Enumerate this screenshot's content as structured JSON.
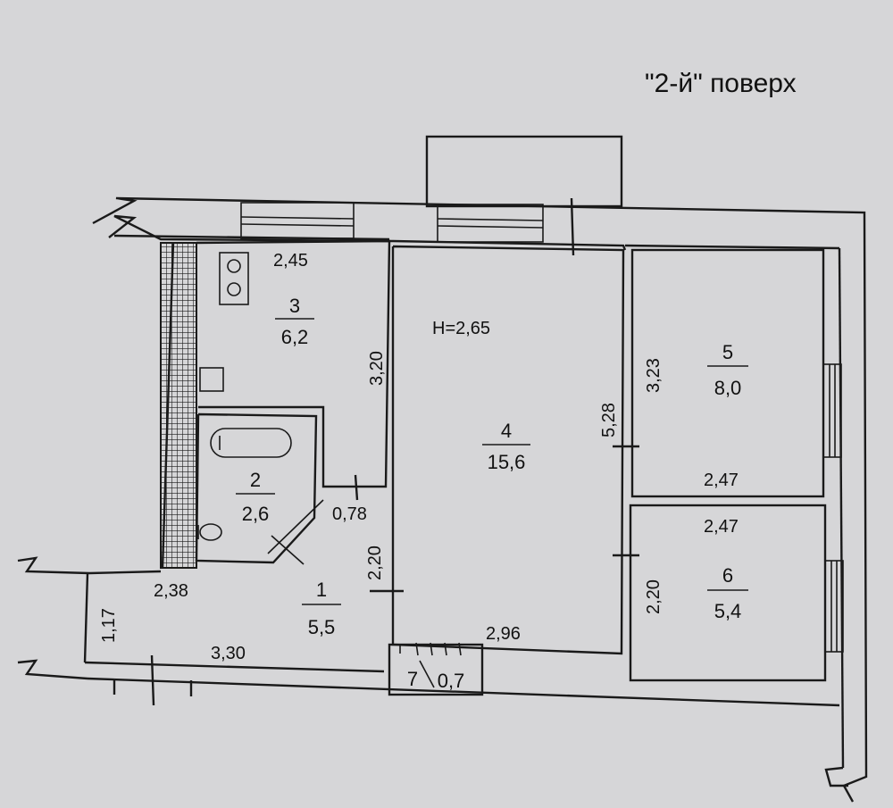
{
  "floor_title": "\"2-й\" поверх",
  "ceiling_height": "H=2,65",
  "rooms": [
    {
      "number": "1",
      "area": "5,5"
    },
    {
      "number": "2",
      "area": "2,6"
    },
    {
      "number": "3",
      "area": "6,2"
    },
    {
      "number": "4",
      "area": "15,6"
    },
    {
      "number": "5",
      "area": "8,0"
    },
    {
      "number": "6",
      "area": "5,4"
    },
    {
      "number": "7",
      "area": "0,7"
    }
  ],
  "dimensions": {
    "kitchen_width": "2,45",
    "kitchen_length": "3,20",
    "bath_width": "2,38",
    "bath_closet": "0,78",
    "corridor_height": "1,17",
    "corridor_width": "3,30",
    "corridor_side": "2,20",
    "living_width": "2,96",
    "living_length": "5,28",
    "room5_length": "3,23",
    "room5_width": "2,47",
    "room6_width": "2,47",
    "room6_length": "2,20"
  },
  "colors": {
    "background": "#d6d6d8",
    "lines": "#1a1a1a"
  }
}
